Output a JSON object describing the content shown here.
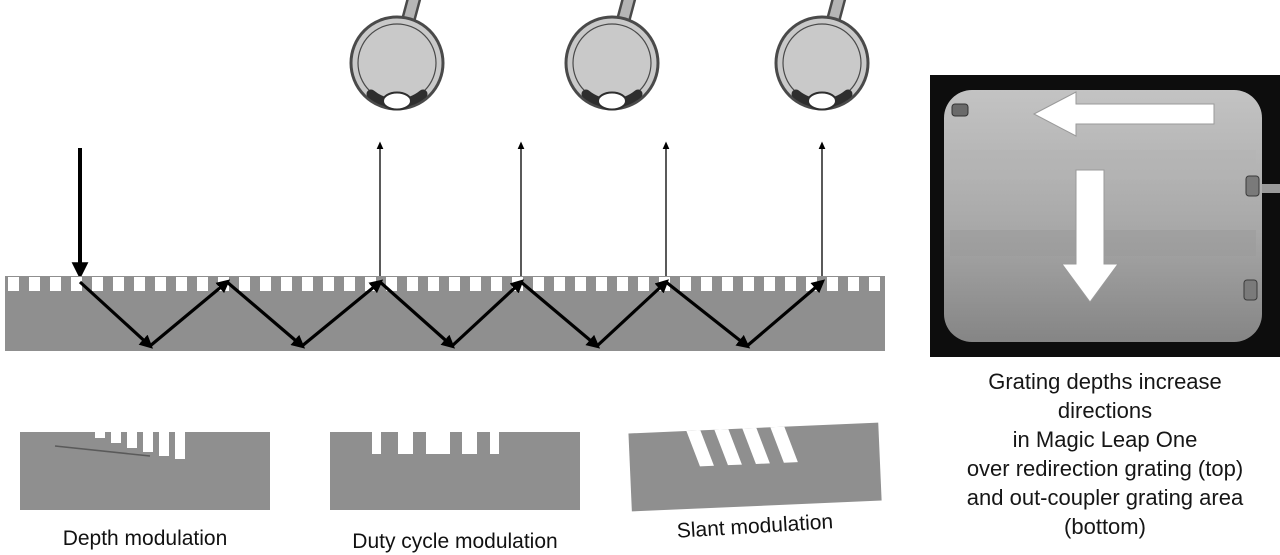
{
  "figure": {
    "modulations": [
      {
        "label": "Depth modulation"
      },
      {
        "label": "Duty cycle modulation"
      },
      {
        "label": "Slant modulation"
      }
    ],
    "photo_caption_lines": [
      "Grating depths increase",
      "directions",
      "in Magic Leap One",
      "over redirection grating (top)",
      "and out-coupler grating area",
      "(bottom)"
    ],
    "colors": {
      "waveguide_gray": "#8f8f8f",
      "arrow_black": "#000000",
      "photo_background": "#0d0d0d",
      "photo_device_gray": "#a6a6a6",
      "photo_arrow_white": "#ffffff",
      "eye_fill": "#c9c9c9",
      "eye_outline": "#4a4a4a",
      "text": "#111111"
    },
    "icons": {
      "eye-icon": "stylized human eye cross-section with optic stem and lens",
      "input-beam-arrow": "thick black arrow pointing down into waveguide",
      "output-beam-arrow": "thin black arrow pointing up toward eye",
      "tir-zigzag-arrows": "bold zigzag arrows showing total internal reflection inside waveguide",
      "photo-left-arrow": "white block arrow pointing left over redirection grating",
      "photo-down-arrow": "white block arrow pointing down over out-coupler grating"
    }
  }
}
